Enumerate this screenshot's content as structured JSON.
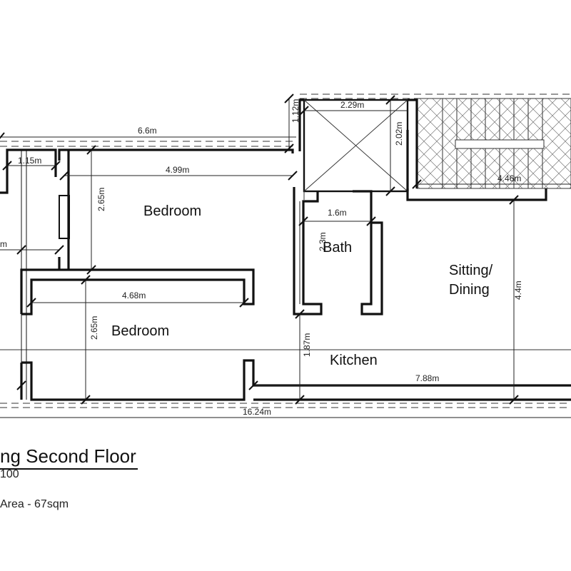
{
  "rooms": {
    "bedroom_top": "Bedroom",
    "bedroom_bottom": "Bedroom",
    "bath": "Bath",
    "sitting_line1": "Sitting/",
    "sitting_line2": "Dining",
    "kitchen": "Kitchen"
  },
  "dimensions": {
    "overall_top": "6.6m",
    "left_small": "1.15m",
    "bedroom_top_width": "4.99m",
    "bedroom_top_depth": "2.65m",
    "left_edge": "m",
    "bedroom_bottom_width": "4.68m",
    "bedroom_bottom_depth": "2.65m",
    "lift_top_gap": "1.12m",
    "lift_width": "2.29m",
    "lift_depth": "2.02m",
    "stair_width": "4.46m",
    "bath_width": "1.6m",
    "bath_depth": "2.3m",
    "sitting_depth": "4.4m",
    "kitchen_depth": "1.87m",
    "kitchen_width": "7.88m",
    "overall_bottom": "16.24m"
  },
  "legend": {
    "title": "ng Second Floor",
    "scale": "100",
    "area": "Area - 67sqm"
  }
}
